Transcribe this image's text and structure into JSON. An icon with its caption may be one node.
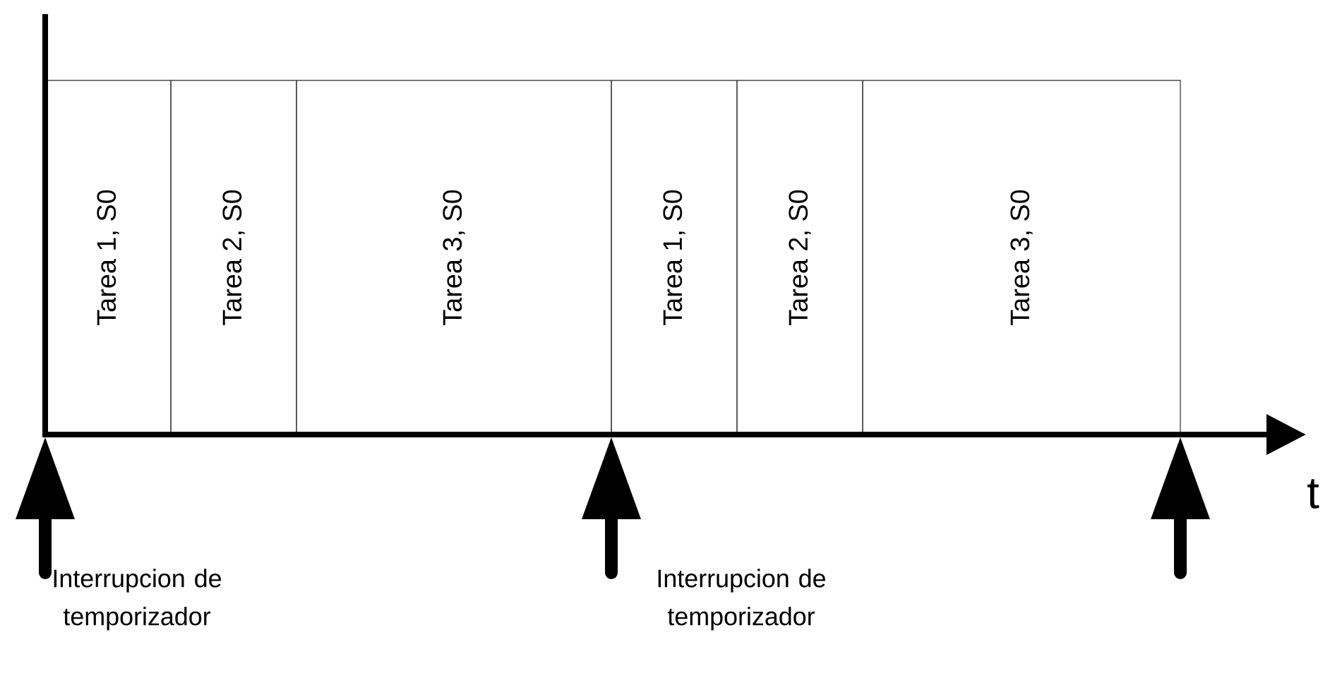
{
  "diagram": {
    "nodes": [
      {
        "text": [
          "Tarea 1, S0"
        ]
      },
      {
        "text": [
          "Tarea 2, S0"
        ]
      },
      {
        "text": [
          "Tarea 3, S0"
        ]
      },
      {
        "text": [
          "Tarea 1, S0"
        ]
      },
      {
        "text": [
          "Tarea 2, S0"
        ]
      },
      {
        "text": [
          "Tarea 3, S0"
        ]
      }
    ],
    "labels": [
      "Interrupcion de temporizador",
      "Interrupcion de temporizador",
      "t"
    ]
  }
}
